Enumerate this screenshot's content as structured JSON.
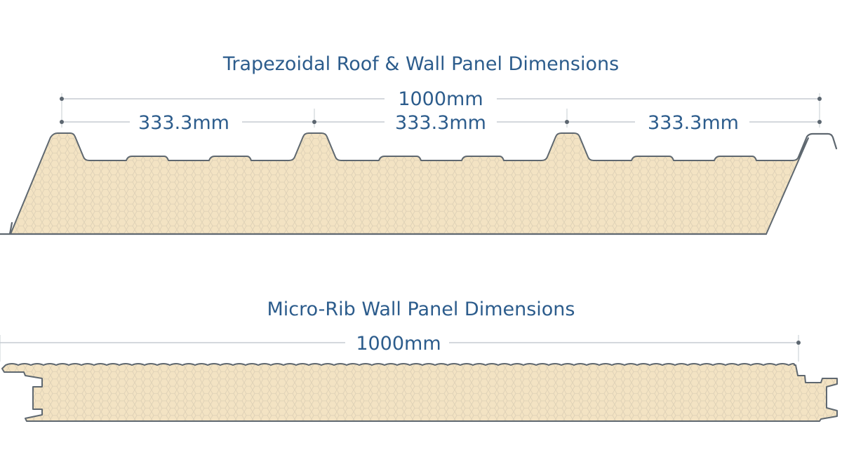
{
  "trapezoidal": {
    "title": "Trapezoidal Roof & Wall Panel Dimensions",
    "overall_width": "1000mm",
    "rib_spacings": [
      "333.3mm",
      "333.3mm",
      "333.3mm"
    ]
  },
  "micro_rib": {
    "title": "Micro-Rib Wall Panel Dimensions",
    "overall_width": "1000mm"
  },
  "colors": {
    "text": "#2c5c8c",
    "foam_fill": "#f3e3c3",
    "steel_outline": "#5f6870",
    "dimension_line": "#c6ccd2"
  }
}
